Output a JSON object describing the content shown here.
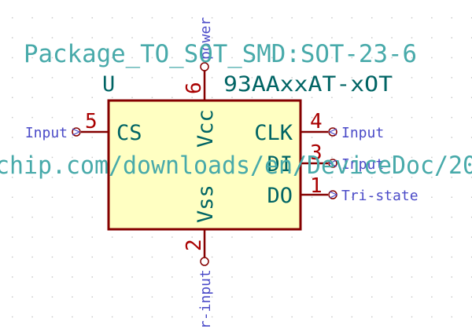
{
  "symbol": {
    "reference": "U",
    "value": "93AAxxAT-xOT",
    "footprint": "Package_TO_SOT_SMD:SOT-23-6",
    "datasheet_visible": "chip.com/downloads/en/DeviceDoc/20"
  },
  "pins": {
    "cs": {
      "number": "5",
      "name": "CS",
      "type": "Input"
    },
    "vcc": {
      "number": "6",
      "name": "Vcc",
      "type": "power"
    },
    "clk": {
      "number": "4",
      "name": "CLK",
      "type": "Input"
    },
    "di": {
      "number": "3",
      "name": "DI",
      "type": "Input"
    },
    "do": {
      "number": "1",
      "name": "DO",
      "type": "Tri-state"
    },
    "vss": {
      "number": "2",
      "name": "Vss",
      "type": "r-input"
    }
  },
  "colors": {
    "body_fill": "#ffffc2",
    "body_stroke": "#840000",
    "pin_line": "#840000",
    "pin_number": "#a90000",
    "pin_name": "#006464",
    "pin_type": "#4b4bc8",
    "field_text": "#48aaaa",
    "value_text": "#006464"
  }
}
